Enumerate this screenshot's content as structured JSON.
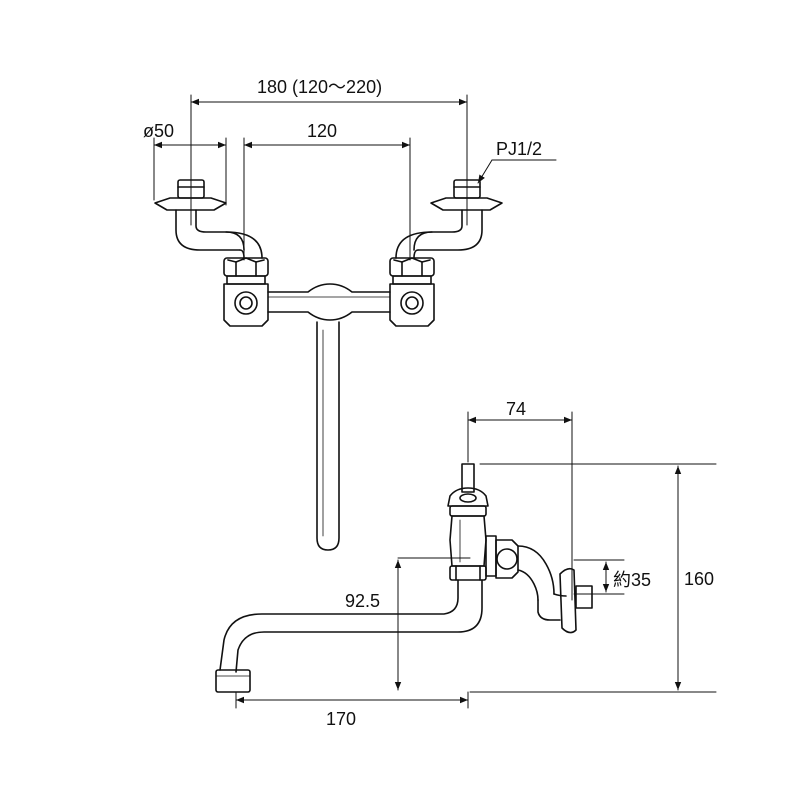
{
  "dimensions": {
    "overall_width": "180 (120～220)",
    "flange_diameter": "ø50",
    "center_spacing": "120",
    "pipe_thread": "PJ1/2",
    "offset_depth": "74",
    "flange_offset": "約35",
    "total_height": "160",
    "spout_height": "92.5",
    "spout_reach": "170"
  },
  "colors": {
    "line": "#111111",
    "background": "#ffffff"
  }
}
